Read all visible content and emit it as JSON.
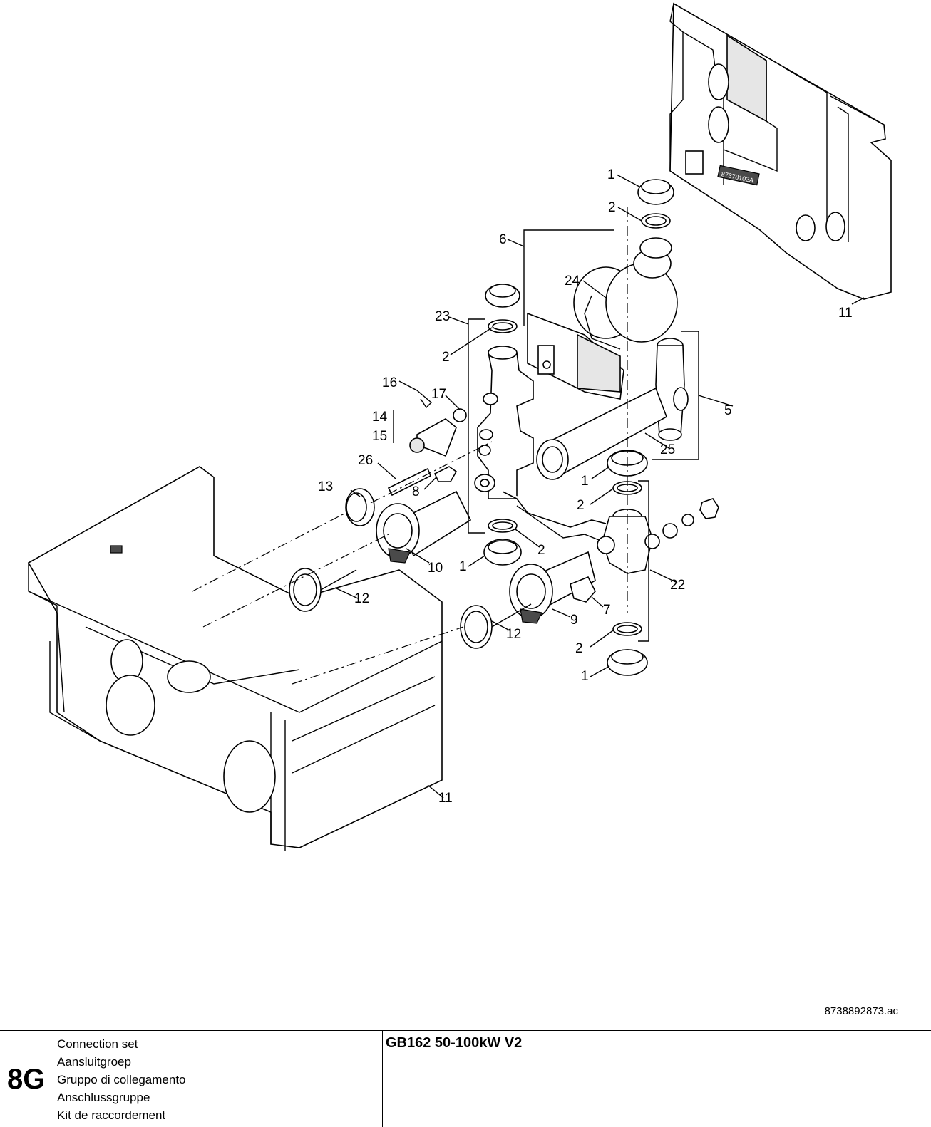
{
  "drawing": {
    "part_labels": {
      "p1_top": "1",
      "p2_top": "2",
      "p6": "6",
      "p24": "24",
      "p11_right": "11",
      "p23": "23",
      "p2_upper": "2",
      "p16": "16",
      "p17": "17",
      "p14": "14",
      "p15": "15",
      "p5": "5",
      "p25": "25",
      "p26": "26",
      "p1_mid": "1",
      "p13": "13",
      "p8": "8",
      "p2_mid": "2",
      "p2_lower": "2",
      "p1_left": "1",
      "p10": "10",
      "p22": "22",
      "p12_left": "12",
      "p7": "7",
      "p9": "9",
      "p12_right": "12",
      "p2_bottom": "2",
      "p1_bottom": "1",
      "p11_bottom": "11"
    },
    "plate_code": "87378102A",
    "doc_number": "8738892873.ac"
  },
  "footer": {
    "section_code": "8G",
    "titles": [
      "Connection set",
      "Aansluitgroep",
      "Gruppo di collegamento",
      "Anschlussgruppe",
      "Kit de raccordement"
    ],
    "model": "GB162 50-100kW V2"
  }
}
